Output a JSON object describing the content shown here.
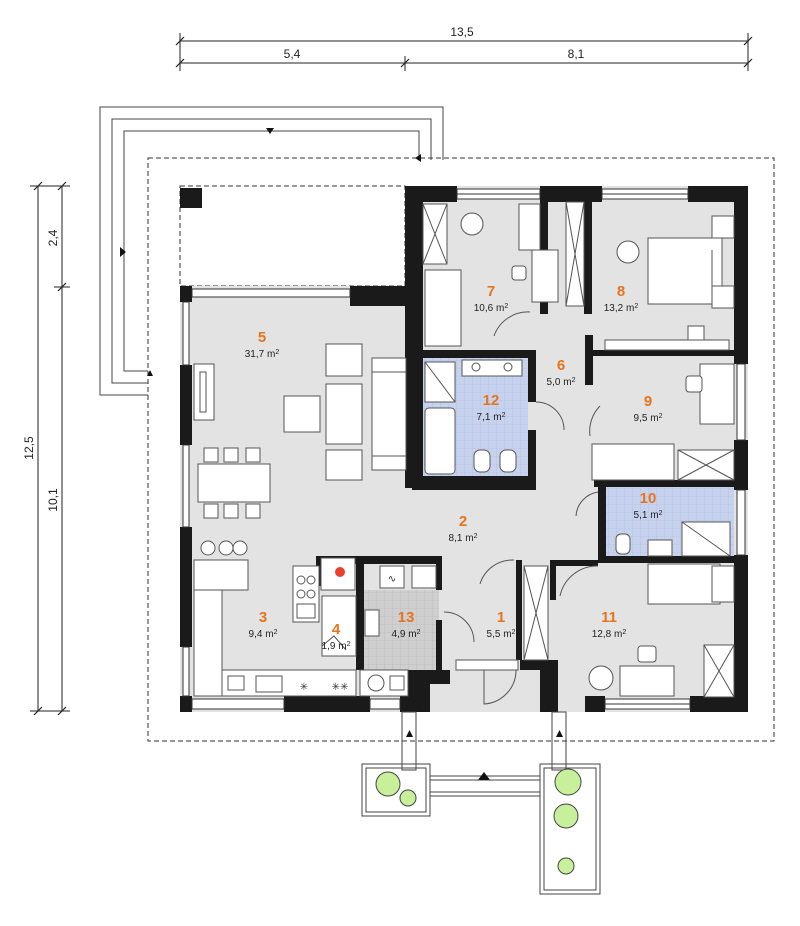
{
  "dimensions": {
    "top_total": "13,5",
    "top_left": "5,4",
    "top_right": "8,1",
    "left_total": "12,5",
    "left_upper": "2,4",
    "left_lower": "10,1"
  },
  "area_unit": "m",
  "area_exp": "2",
  "rooms": [
    {
      "id": "1",
      "area": "5,5"
    },
    {
      "id": "2",
      "area": "8,1"
    },
    {
      "id": "3",
      "area": "9,4"
    },
    {
      "id": "4",
      "area": "1,9"
    },
    {
      "id": "5",
      "area": "31,7"
    },
    {
      "id": "6",
      "area": "5,0"
    },
    {
      "id": "7",
      "area": "10,6"
    },
    {
      "id": "8",
      "area": "13,2"
    },
    {
      "id": "9",
      "area": "9,5"
    },
    {
      "id": "10",
      "area": "5,1"
    },
    {
      "id": "11",
      "area": "12,8"
    },
    {
      "id": "12",
      "area": "7,1"
    },
    {
      "id": "13",
      "area": "4,9"
    }
  ],
  "colors": {
    "room_number": "#e8731b",
    "floor": "#e3e3e3",
    "bathroom_tile": "#c7d3ee",
    "wall": "#1a1a1a"
  },
  "icons": [
    "fireplace-icon",
    "stove-burner-icon",
    "tree-icon",
    "washing-machine-icon",
    "arrow-icon"
  ]
}
